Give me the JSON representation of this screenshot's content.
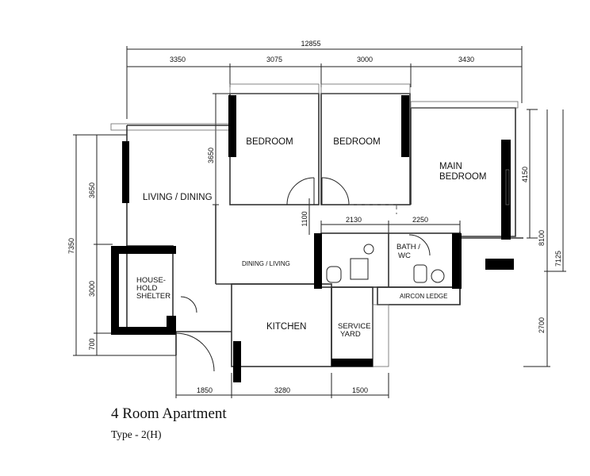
{
  "rooms": {
    "bedroom1": "BEDROOM",
    "bedroom2": "BEDROOM",
    "main_bedroom_1": "MAIN",
    "main_bedroom_2": "BEDROOM",
    "living_dining": "LIVING / DINING",
    "household_shelter_1": "HOUSE-",
    "household_shelter_2": "HOLD",
    "household_shelter_3": "SHELTER",
    "bath_wc_1": "BATH /",
    "bath_wc_2": "WC",
    "kitchen": "KITCHEN",
    "service_yard_1": "SERVICE",
    "service_yard_2": "YARD",
    "dining_mirrored": "DINING / LIVING",
    "aircon_ledge": "AIRCON LEDGE"
  },
  "dimensions": {
    "overall_width": "12855",
    "top": [
      "3350",
      "3075",
      "3000",
      "3430"
    ],
    "left_upper": "3650",
    "left_lower": "3000",
    "left_bottom": "700",
    "left_total": "7350",
    "bedroom_height": "3650",
    "corridor": "1100",
    "bath_left": "2130",
    "bath_right": "2250",
    "main_bedroom_height": "4150",
    "right_total": "8100",
    "right_overall": "7125",
    "right_lower": "2700",
    "bottom": [
      "1850",
      "3280",
      "1500"
    ]
  },
  "caption": {
    "title": "4 Room Apartment",
    "subtitle": "Type - 2(H)"
  }
}
